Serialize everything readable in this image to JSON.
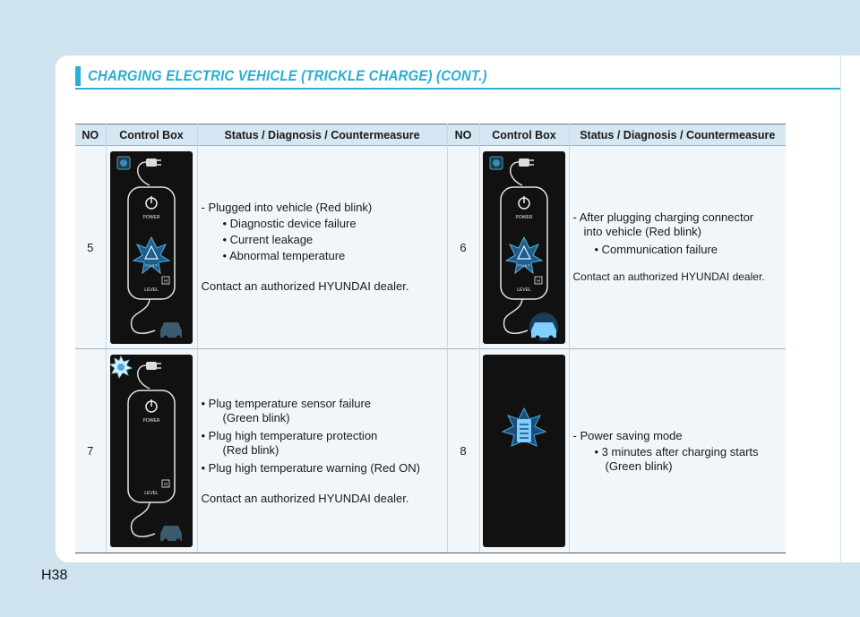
{
  "page": {
    "title": "CHARGING ELECTRIC VEHICLE (TRICKLE CHARGE) (CONT.)",
    "page_number": "H38"
  },
  "table": {
    "headers": [
      "NO",
      "Control Box",
      "Status / Diagnosis / Countermeasure",
      "NO",
      "Control Box",
      "Status / Diagnosis / Countermeasure"
    ],
    "rows": [
      {
        "left": {
          "no": "5",
          "lines": [
            "-  Plugged into vehicle (Red blink)",
            "• Diagnostic device failure",
            "• Current leakage",
            "• Abnormal temperature",
            "Contact an authorized HYUNDAI dealer."
          ]
        },
        "right": {
          "no": "6",
          "lines": [
            "- After plugging charging connector",
            "into vehicle (Red blink)",
            "• Communication failure",
            "Contact an authorized HYUNDAI dealer."
          ]
        }
      },
      {
        "left": {
          "no": "7",
          "lines": [
            "•  Plug temperature sensor failure",
            "(Green blink)",
            "•  Plug high temperature protection",
            "(Red blink)",
            "•  Plug high temperature warning (Red ON)",
            "Contact an authorized HYUNDAI dealer."
          ]
        },
        "right": {
          "no": "8",
          "lines": [
            "-  Power saving mode",
            "• 3 minutes after charging starts",
            "(Green blink)"
          ]
        }
      }
    ]
  },
  "control_box": {
    "power_label": "POWER",
    "level_label": "LEVEL",
    "level_badge": "H",
    "fault_label": "FAULT"
  },
  "colors": {
    "accent": "#29b0d4",
    "header_bg": "#d5e7f2",
    "cell_bg": "#f1f6fa",
    "box_bg": "#111111",
    "glow": "#2e8fc4"
  }
}
